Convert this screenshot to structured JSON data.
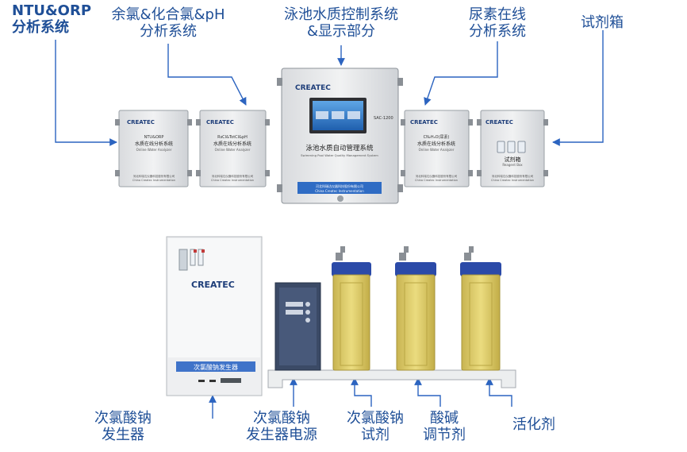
{
  "labels": {
    "ntu_orp": {
      "line1": "NTU&ORP",
      "line2": "分析系统"
    },
    "chlorine_ph": {
      "line1": "余氯&化合氯&pH",
      "line2": "分析系统"
    },
    "pool_control": {
      "line1": "泳池水质控制系统",
      "line2": "&显示部分"
    },
    "urea": {
      "line1": "尿素在线",
      "line2": "分析系统"
    },
    "reagent_box": {
      "line1": "试剂箱"
    },
    "hypo_generator": {
      "line1": "次氯酸钠",
      "line2": "发生器"
    },
    "generator_power": {
      "line1": "次氯酸钠",
      "line2": "发生器电源"
    },
    "hypo_reagent": {
      "line1": "次氯酸钠",
      "line2": "试剂"
    },
    "acid_base": {
      "line1": "酸碱",
      "line2": "调节剂"
    },
    "activator": {
      "line1": "活化剂"
    }
  },
  "devices": {
    "brand": "CREATEC",
    "analyzer1": {
      "model": "NTU&ORP",
      "name": "水质在线分析系统",
      "sub": "Online Water Analyzer",
      "company": "河北科瑞达仪器科技股份有限公司",
      "company_en": "China Createc Instrumentation"
    },
    "analyzer2": {
      "model": "RsCl&TotCl&pH",
      "name": "水质在线分析系统",
      "sub": "Online Water Analyzer",
      "company": "河北科瑞达仪器科技股份有限公司",
      "company_en": "China Createc Instrumentation"
    },
    "controller": {
      "model": "SAC-1200",
      "name": "泳池水质自动管理系统",
      "sub": "Swimming Pool Water Quality Management System",
      "company": "河北科瑞达仪器科技股份有限公司",
      "company_en": "China Createc Instrumentation"
    },
    "analyzer3": {
      "model": "CN₂H₄O(尿素)",
      "name": "水质在线分析系统",
      "sub": "Online Water Analyzer",
      "company": "河北科瑞达仪器科技股份有限公司",
      "company_en": "China Createc Instrumentation"
    },
    "reagent_cabinet": {
      "name": "试剂箱",
      "sub": "Reagent Box",
      "company": "河北科瑞达仪器科技股份有限公司",
      "company_en": "China Createc Instrumentation"
    },
    "generator": {
      "panel_label": "次氯酸钠发生器"
    }
  },
  "colors": {
    "label": "#1f4f97",
    "arrow": "#2c64c0",
    "panel": "#e6e7e9",
    "tank": "#e0cf6c",
    "lid": "#2b4aa8",
    "power": "#3b4a66"
  }
}
